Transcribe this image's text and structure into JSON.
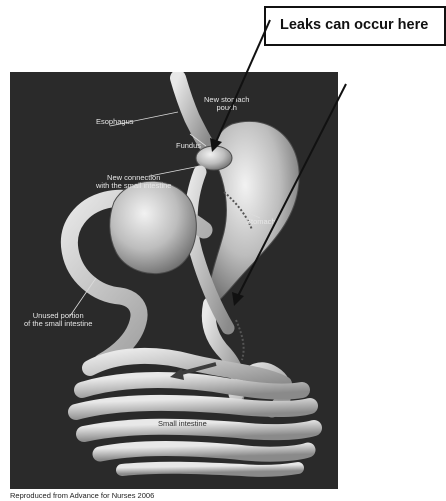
{
  "callout": {
    "text": "Leaks can occur here"
  },
  "labels": {
    "esophagus": "Esophagus",
    "new_stomach_pouch": "New stomach pouch",
    "new_stomach_pouch_l1": "New stomach",
    "new_stomach_pouch_l2": "pouch",
    "fundus": "Fundus",
    "new_connection_l1": "New connection",
    "new_connection_l2": "with the small intestine",
    "stomach": "Stomach",
    "unused_l1": "Unused portion",
    "unused_l2": "of the small intestine",
    "small_intestine": "Small intestine"
  },
  "credit": "Reproduced from Advance for Nurses 2006"
}
